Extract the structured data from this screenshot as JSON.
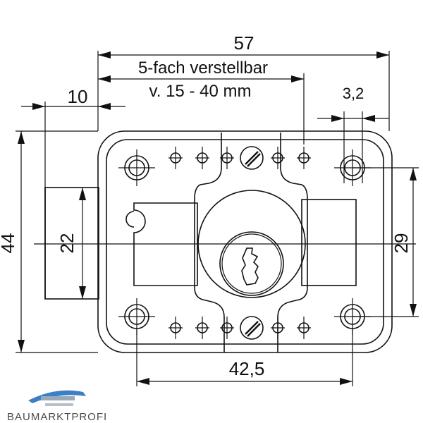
{
  "drawing": {
    "dimensions": {
      "width_total": "57",
      "adjustable_line1": "5-fach verstellbar",
      "adjustable_line2": "v. 15 - 40 mm",
      "offset": "10",
      "hole_diameter": "3,2",
      "height_total": "44",
      "inner_height": "22",
      "hole_spacing_vertical": "29",
      "hole_spacing_horizontal": "42,5"
    }
  },
  "brand": {
    "logo_text": "BAUMARKTPROFI",
    "colors": {
      "logo_blue": "#3d7fc4",
      "logo_gray": "#555555"
    }
  }
}
